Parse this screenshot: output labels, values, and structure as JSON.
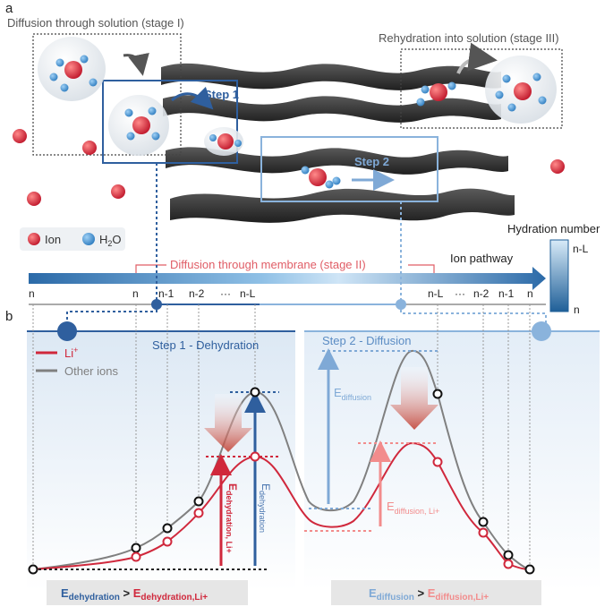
{
  "panel_a": {
    "label": "a",
    "stage1": "Diffusion through solution (stage I)",
    "stage3": "Rehydration into solution (stage III)",
    "step1": "Step 1",
    "step2": "Step 2",
    "legend_ion": "Ion",
    "legend_h2o": "H",
    "legend_h2o_sub": "2",
    "legend_h2o_end": "O",
    "hydration_title": "Hydration number",
    "hydration_top": "n-L",
    "hydration_bottom": "n",
    "stage2": "Diffusion through membrane (stage II)",
    "pathway": "Ion pathway",
    "ticks_left": [
      "n",
      "n",
      "n-1",
      "n-2",
      "···",
      "n-L"
    ],
    "ticks_right": [
      "n-L",
      "···",
      "n-2",
      "n-1",
      "n"
    ]
  },
  "panel_b": {
    "label": "b",
    "legend_li": "Li",
    "legend_li_sup": "+",
    "legend_other": "Other ions",
    "step1_title": "Step 1 - Dehydration",
    "step2_title": "Step 2 - Diffusion",
    "e_dehyd_li": "E",
    "e_dehyd_li_sub": "dehydration, Li+",
    "e_dehyd": "E",
    "e_dehyd_sub": "dehydration",
    "e_diff": "E",
    "e_diff_sub": "diffusion",
    "e_diff_li": "E",
    "e_diff_li_sub": "diffusion, Li+",
    "cmp1_a": "E",
    "cmp1_a_sub": "dehydration",
    "cmp1_op": " > ",
    "cmp1_b": "E",
    "cmp1_b_sub": "dehydration,Li+",
    "cmp2_a": "E",
    "cmp2_a_sub": "diffusion",
    "cmp2_op": " > ",
    "cmp2_b": "E",
    "cmp2_b_sub": "diffusion,Li+"
  },
  "colors": {
    "li": "#d0283c",
    "other": "#808080",
    "dark_blue": "#2f5f9e",
    "light_blue": "#7fa9d6",
    "pink": "#f28c8c",
    "ion": "#d9283a",
    "water": "#4c98d8",
    "membrane": "#3a3a3a"
  }
}
